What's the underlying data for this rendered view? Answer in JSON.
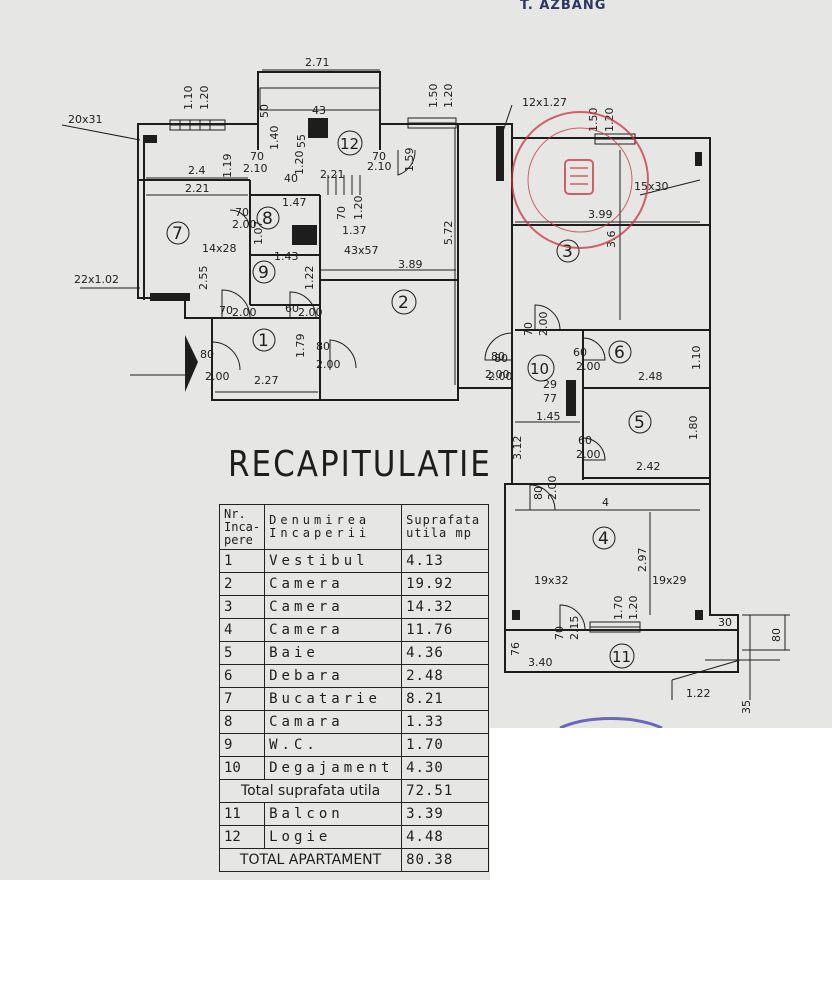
{
  "corner_mark": "T. AZBANG",
  "heading": "RECAPITULATIE",
  "table": {
    "head_nr": "Nr. Inca-pere",
    "head_name": "Denumirea Incaperii",
    "head_area": "Suprafata utila mp",
    "rows": [
      {
        "nr": "1",
        "name": "Vestibul",
        "area": "4.13"
      },
      {
        "nr": "2",
        "name": "Camera",
        "area": "19.92"
      },
      {
        "nr": "3",
        "name": "Camera",
        "area": "14.32"
      },
      {
        "nr": "4",
        "name": "Camera",
        "area": "11.76"
      },
      {
        "nr": "5",
        "name": "Baie",
        "area": "4.36"
      },
      {
        "nr": "6",
        "name": "Debara",
        "area": "2.48"
      },
      {
        "nr": "7",
        "name": "Bucatarie",
        "area": "8.21"
      },
      {
        "nr": "8",
        "name": "Camara",
        "area": "1.33"
      },
      {
        "nr": "9",
        "name": "W.C.",
        "area": "1.70"
      },
      {
        "nr": "10",
        "name": "Degajament",
        "area": "4.30"
      }
    ],
    "total_useful_label": "Total suprafata utila",
    "total_useful_value": "72.51",
    "extra_rows": [
      {
        "nr": "11",
        "name": "Balcon",
        "area": "3.39"
      },
      {
        "nr": "12",
        "name": "Logie",
        "area": "4.48"
      }
    ],
    "total_apartment_label": "TOTAL APARTAMENT",
    "total_apartment_value": "80.38"
  },
  "plan": {
    "room_numbers": [
      "1",
      "2",
      "3",
      "4",
      "5",
      "6",
      "7",
      "8",
      "9",
      "10",
      "11",
      "12"
    ],
    "dims": {
      "d271": "2.71",
      "d110": "1.10",
      "d120a": "1.20",
      "d20x31": "20x31",
      "d50": "50",
      "d140": "1.40",
      "d55": "55",
      "d43": "43",
      "d150": "1.50",
      "d120b": "1.20",
      "d12x127": "12x1.27",
      "d150b": "1.50",
      "d120c": "1.20",
      "d70a": "70",
      "d210a": "2.10",
      "d119": "1.19",
      "d40": "40",
      "d120d": "1.20",
      "d70b": "70",
      "d210b": "2.10",
      "d159": "1.59",
      "d24": "2.4",
      "d221a": "2.21",
      "d147": "1.47",
      "d221b": "2.21",
      "d70c": "70",
      "d120e": "1.20",
      "d137": "1.37",
      "d15x30": "15x30",
      "d399": "3.99",
      "d70d": "70",
      "d200a": "2.00",
      "d107": "1.07",
      "d14x28": "14x28",
      "d43x57": "43x57",
      "d572": "5.72",
      "d36": "3.6",
      "d143": "1.43",
      "d389": "3.89",
      "d22x102": "22x1.02",
      "d255": "2.55",
      "d122": "1.22",
      "d70e": "70",
      "d200b": "2.00",
      "d60a": "60",
      "d200c": "2.00",
      "d70f": "70",
      "d200d": "2.00",
      "d80a": "80",
      "d200e": "2.00",
      "d179": "1.79",
      "d80b": "80",
      "d200f": "2.00",
      "d60b": "60",
      "d200g": "2.00",
      "d110b": "1.10",
      "d80c": "80",
      "d200h": "2.00",
      "d29": "29",
      "d77": "77",
      "d248": "2.48",
      "d80d": "80",
      "d200i": "2.00",
      "d227": "2.27",
      "d145": "1.45",
      "d180": "1.80",
      "d312": "3.12",
      "d60c": "60",
      "d200j": "2.00",
      "d242": "2.42",
      "d80e": "80",
      "d200k": "2.00",
      "d4": "4",
      "d297": "2.97",
      "d19x32": "19x32",
      "d19x29": "19x29",
      "d170": "1.70",
      "d120f": "1.20",
      "d70g": "70",
      "d215": "2.15",
      "d30": "30",
      "d80f": "80",
      "d76": "76",
      "d340": "3.40",
      "d122b": "1.22",
      "d35": "35"
    }
  },
  "colors": {
    "paper": "#e6e7e4",
    "ink": "#1d1d1d",
    "stamp_red": "#c8323c",
    "stamp_blue": "#4b48b0"
  }
}
